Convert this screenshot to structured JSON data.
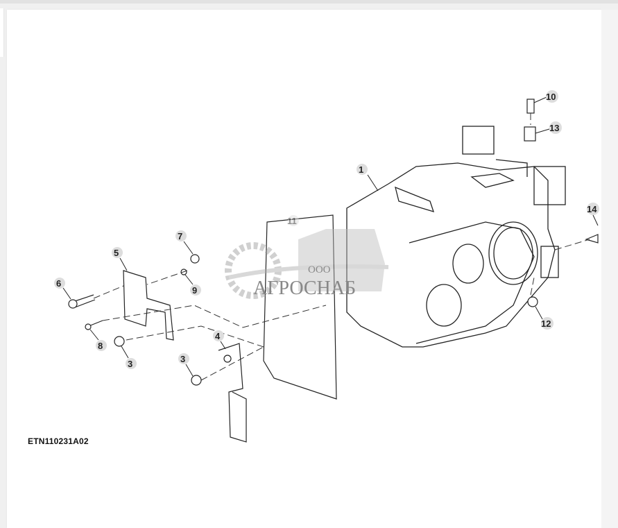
{
  "figure": {
    "id_label": "ETN110231A02",
    "callouts": [
      "1",
      "10",
      "13",
      "14",
      "7",
      "5",
      "6",
      "9",
      "8",
      "3",
      "4",
      "3",
      "12",
      "11"
    ]
  },
  "watermark": {
    "prefix": "ООО",
    "brand": "АГРОСНАБ"
  }
}
